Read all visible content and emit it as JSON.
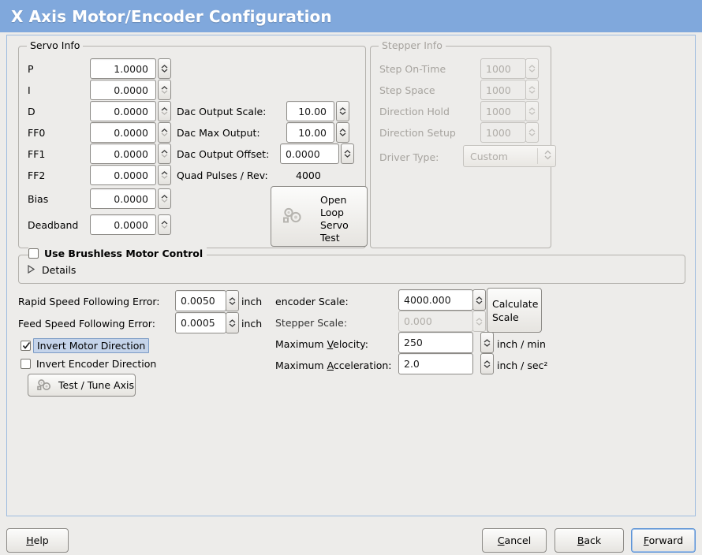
{
  "window": {
    "title": "X Axis Motor/Encoder Configuration",
    "titlebar_color": "#80a8dc",
    "background_color": "#edecea"
  },
  "servo_info": {
    "legend": "Servo Info",
    "enabled": true,
    "fields": [
      {
        "label": "P",
        "value": "1.0000"
      },
      {
        "label": "I",
        "value": "0.0000"
      },
      {
        "label": "D",
        "value": "0.0000"
      },
      {
        "label": "FF0",
        "value": "0.0000"
      },
      {
        "label": "FF1",
        "value": "0.0000"
      },
      {
        "label": "FF2",
        "value": "0.0000"
      },
      {
        "label": "Bias",
        "value": "0.0000"
      },
      {
        "label": "Deadband",
        "value": "0.0000"
      }
    ],
    "dac": [
      {
        "label": "Dac Output Scale:",
        "value": "10.00"
      },
      {
        "label": "Dac Max Output:",
        "value": "10.00"
      },
      {
        "label": "Dac Output Offset:",
        "value": "0.0000"
      }
    ],
    "quad_pulses_label": "Quad Pulses / Rev:",
    "quad_pulses_value": "4000",
    "open_loop_test_button": "Open\nLoop\nServo\nTest",
    "open_loop_lines": [
      "Open",
      "Loop",
      "Servo",
      "Test"
    ]
  },
  "stepper_info": {
    "legend": "Stepper Info",
    "enabled": false,
    "fields": [
      {
        "label": "Step On-Time",
        "value": "1000"
      },
      {
        "label": "Step Space",
        "value": "1000"
      },
      {
        "label": "Direction Hold",
        "value": "1000"
      },
      {
        "label": "Direction Setup",
        "value": "1000"
      }
    ],
    "driver_type_label": "Driver Type:",
    "driver_type_value": "Custom"
  },
  "brushless": {
    "checkbox_label": "Use Brushless Motor Control",
    "checked": false,
    "details_label": "Details",
    "details_expanded": false
  },
  "following_errors": [
    {
      "label": "Rapid Speed Following Error:",
      "value": "0.0050",
      "unit": "inch"
    },
    {
      "label": "Feed Speed Following Error:",
      "value": "0.0005",
      "unit": "inch"
    }
  ],
  "direction_options": [
    {
      "label": "Invert Motor Direction",
      "checked": true,
      "focused": true
    },
    {
      "label": "Invert Encoder Direction",
      "checked": false,
      "focused": false
    }
  ],
  "test_tune_button": "Test / Tune Axis",
  "scale_section": {
    "encoder_scale": {
      "label": "encoder Scale:",
      "value": "4000.000",
      "enabled": true,
      "unit": ""
    },
    "stepper_scale": {
      "label": "Stepper Scale:",
      "value": "0.000",
      "enabled": false,
      "unit": ""
    },
    "maximum_velocity": {
      "label_pre": "Maximum ",
      "label_key": "V",
      "label_post": "elocity:",
      "label": "Maximum Velocity:",
      "value": "250",
      "enabled": true,
      "unit": "inch / min"
    },
    "maximum_accel": {
      "label_pre": "Maximum ",
      "label_key": "A",
      "label_post": "cceleration:",
      "label": "Maximum Acceleration:",
      "value": "2.0",
      "enabled": true,
      "unit": "inch / sec²"
    },
    "calculate_button_lines": [
      "Calculate",
      "Scale"
    ],
    "calculate_button": "Calculate Scale"
  },
  "actions": {
    "help": {
      "label": "Help",
      "mnemonic": "H",
      "focused": false
    },
    "cancel": {
      "label": "Cancel",
      "mnemonic": "C",
      "focused": false
    },
    "back": {
      "label": "Back",
      "mnemonic": "B",
      "focused": false
    },
    "forward": {
      "label": "Forward",
      "mnemonic": "F",
      "focused": true
    }
  }
}
